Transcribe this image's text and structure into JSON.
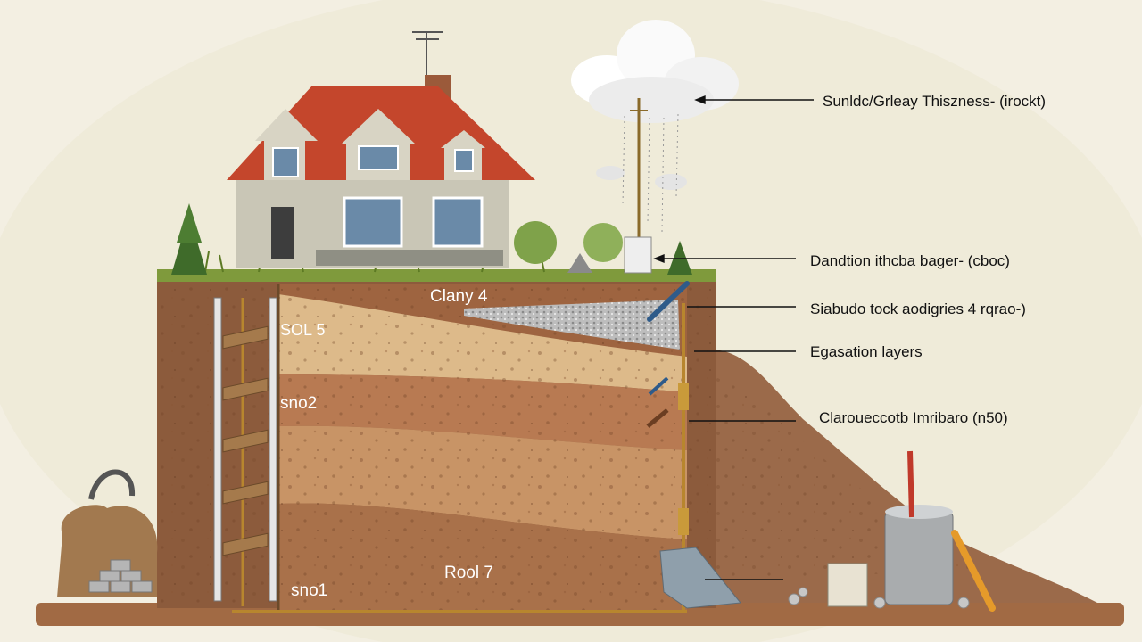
{
  "annotations": [
    {
      "id": "cloud",
      "text": "Sunldc/Grleay Thiszness- (irockt)"
    },
    {
      "id": "foundation",
      "text": "Dandtion ithcba bager- (cboc)"
    },
    {
      "id": "subsoil",
      "text": "Siabudo tock aodigries 4 rqrao-)"
    },
    {
      "id": "excavation",
      "text": "Egasation layers"
    },
    {
      "id": "clay",
      "text": "Claroueccotb Imribaro (n50)"
    }
  ],
  "layer_labels": {
    "clany": "Clany 4",
    "sol5": "SOL 5",
    "sno2": "sno2",
    "rool": "Rool 7",
    "sno1": "sno1"
  },
  "colors": {
    "background": "#f3efe2",
    "topsoil": "#8c5b3c",
    "sand": "#ddba8a",
    "clay_band": "#b87a52",
    "deep_soil": "#c89466",
    "bottom": "#a9714a",
    "roof": "#c4462c",
    "wall": "#c9c6b6"
  }
}
